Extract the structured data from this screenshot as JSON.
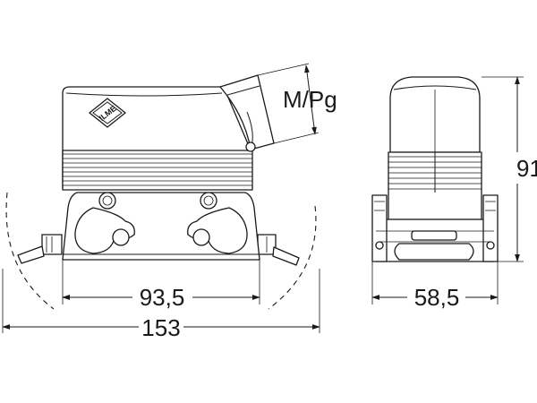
{
  "diagram": {
    "labels": {
      "thread": "M/Pg",
      "height": "91",
      "bolt_spacing": "93,5",
      "overall_width": "153",
      "side_width": "58,5"
    },
    "logo_text": "ILME",
    "colors": {
      "line": "#1a1a1a",
      "background": "#ffffff"
    }
  }
}
